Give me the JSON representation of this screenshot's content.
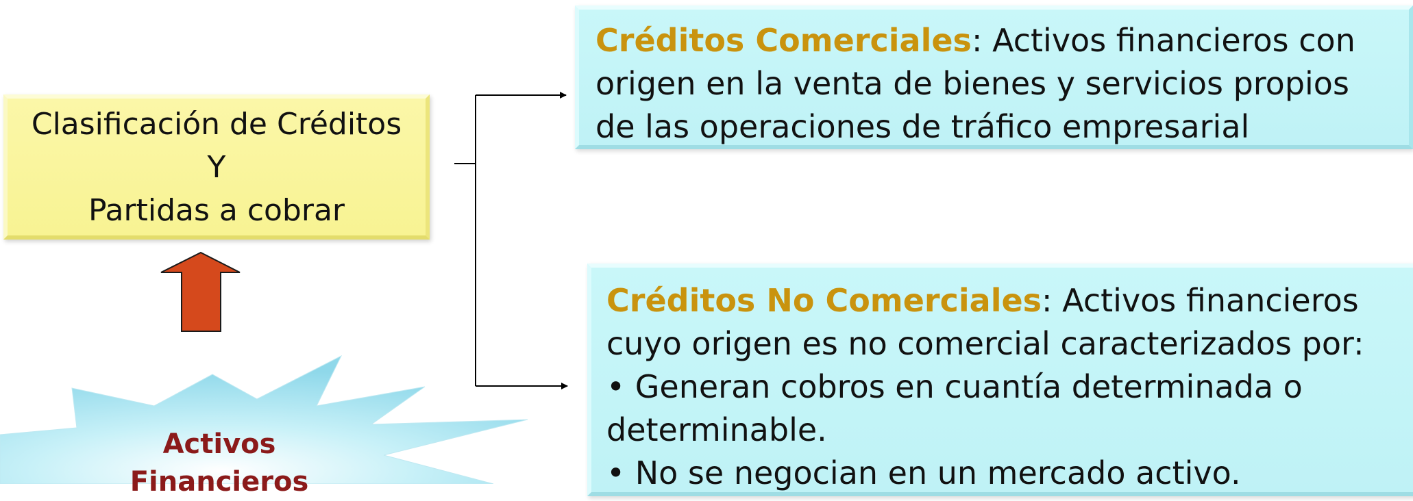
{
  "classification": {
    "line1": "Clasificación de Créditos",
    "line2": "Y",
    "line3": "Partidas a cobrar"
  },
  "comerciales": {
    "title": "Créditos Comerciales",
    "sep": ": ",
    "line1_rest": "Activos financieros con",
    "line2": "origen en la venta de bienes y servicios propios",
    "line3": "de las operaciones de tráfico empresarial"
  },
  "no_comerciales": {
    "title": "Créditos No Comerciales",
    "sep": ": ",
    "line1_rest": "Activos financieros",
    "line2": "cuyo origen es no comercial caracterizados por:",
    "bullet1_a": "• Generan cobros en cuantía determinada o",
    "bullet1_b": "determinable.",
    "bullet2": "• No se negocian en un mercado activo."
  },
  "starburst": {
    "line1": "Activos",
    "line2": "Financieros"
  },
  "colors": {
    "highlight": "#c9930e",
    "arrow_fill": "#d5491c",
    "starburst_text": "#8b1a1a"
  }
}
